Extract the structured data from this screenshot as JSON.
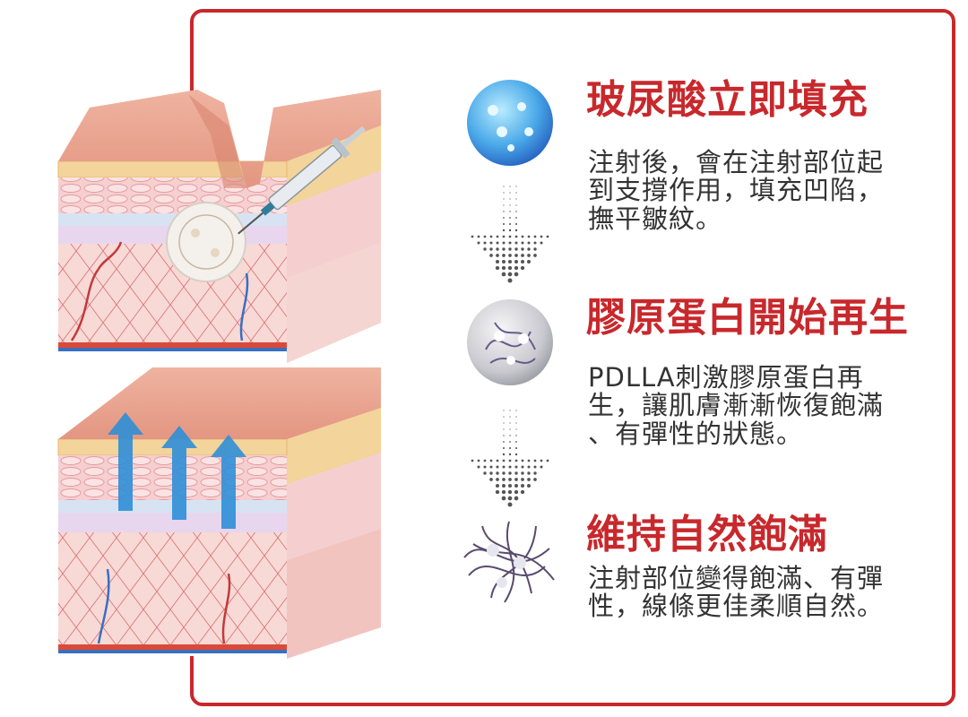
{
  "steps": [
    {
      "title": "玻尿酸立即填充",
      "lines": [
        "注射後，會在注射部位起",
        "到支撐作用，填充凹陷，",
        "撫平皺紋。"
      ],
      "icon": "hyaluronic-acid-sphere-icon"
    },
    {
      "title": "膠原蛋白開始再生",
      "lines": [
        "PDLLA刺激膠原蛋白再",
        "生，讓肌膚漸漸恢復飽滿",
        "、有彈性的狀態。"
      ],
      "icon": "collagen-sphere-icon"
    },
    {
      "title": "維持自然飽滿",
      "lines": [
        "注射部位變得飽滿、有彈",
        "性，線條更佳柔順自然。"
      ],
      "icon": "collagen-fiber-network-icon"
    }
  ],
  "colors": {
    "accent": "#c8282c",
    "text": "#333333",
    "skin_top": "#e9a48f",
    "arrow_blue": "#2f8fd8"
  }
}
